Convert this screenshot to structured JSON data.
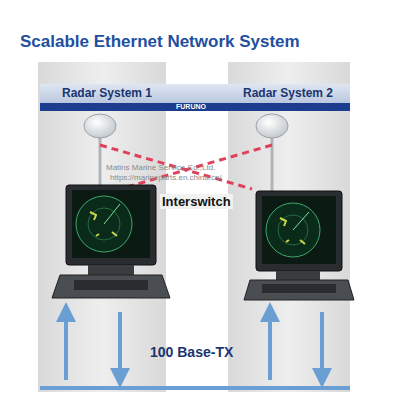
{
  "diagram": {
    "title": "Scalable Ethernet Network System",
    "nodes": [
      {
        "text": [
          "Radar System 1"
        ]
      },
      {
        "text": [
          "Radar System 2"
        ]
      }
    ],
    "labels": [
      "FURUNO",
      "Matins Marine Service Co.,Ltd.",
      "https://marineparts.en.china.cn/",
      "Interswitch",
      "100 Base-TX"
    ]
  }
}
